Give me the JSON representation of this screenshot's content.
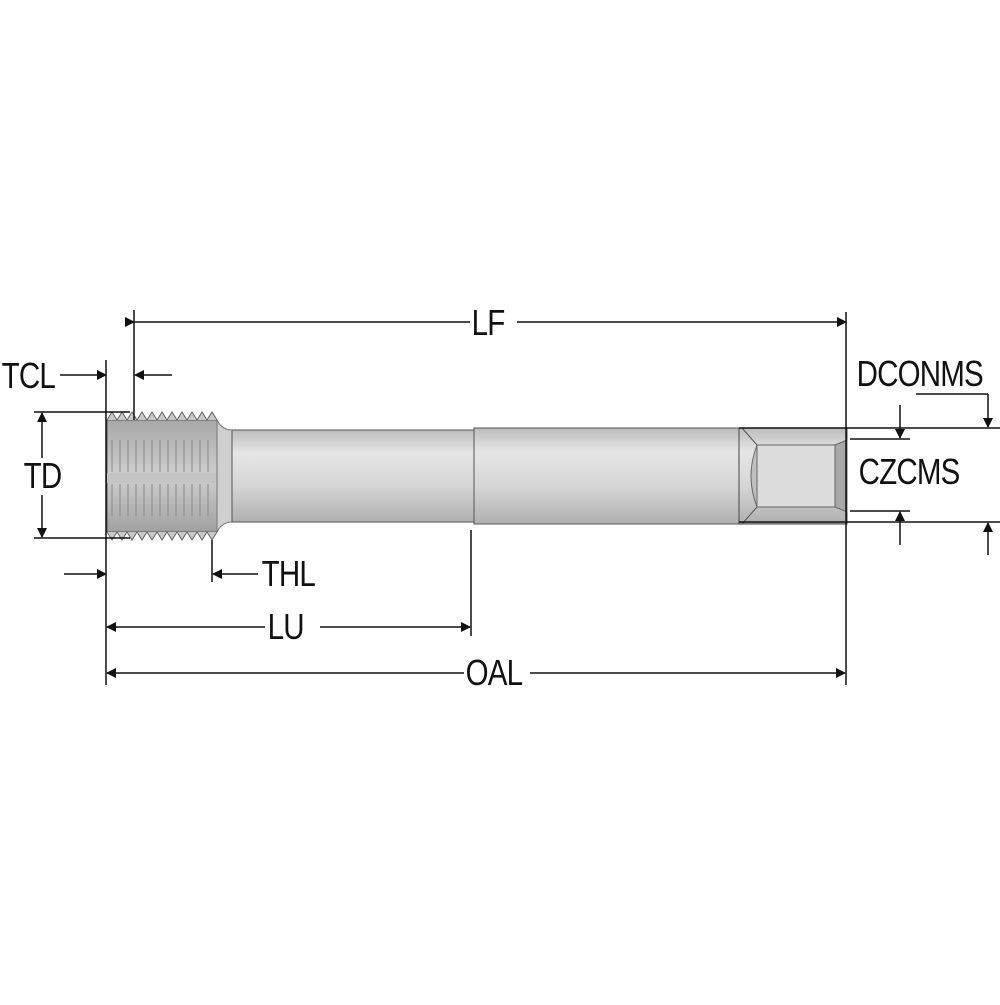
{
  "diagram": {
    "title": "Threading tap dimension drawing",
    "colors": {
      "line": "#111111",
      "body": "#d8d8d8",
      "body_shadow": "#9a9a9a",
      "thread": "#b8b8b8",
      "background": "#ffffff"
    },
    "labels": {
      "lf": "LF",
      "tcl": "TCL",
      "td": "TD",
      "thl": "THL",
      "lu": "LU",
      "oal": "OAL",
      "dconms": "DCONMS",
      "czcms": "CZCMS"
    }
  }
}
